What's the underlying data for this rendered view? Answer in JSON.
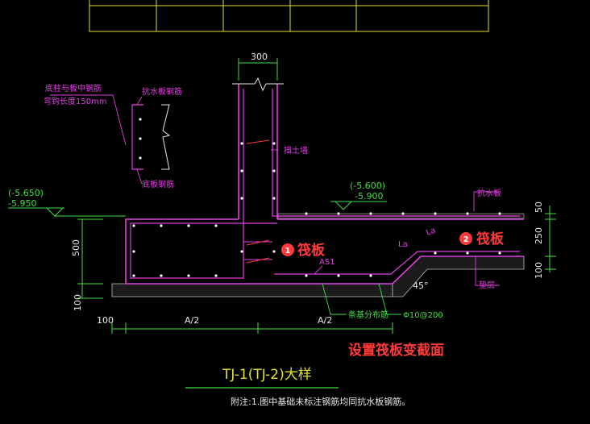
{
  "dimensions": {
    "top_width": "300",
    "height_500": "500",
    "pad_100_left": "100",
    "left_100": "100",
    "half_left": "A/2",
    "half_right": "A/2",
    "right_50": "50",
    "right_250": "250",
    "right_100": "100"
  },
  "elevations": {
    "left_upper": "(-5.650)",
    "left_lower": "-5.950",
    "mid_upper": "(-5.600)",
    "mid_lower": "-5.900"
  },
  "labels": {
    "bottom_rebar_note_line1": "底柱与板中钢筋",
    "bottom_rebar_note_line2": "弯钩长度150mm",
    "waterproof_rebar_top": "抗水板钢筋",
    "bottom_rebar": "底板钢筋",
    "retaining_wall": "挡土墙",
    "waterproof_slab": "抗水板",
    "la_left": "La",
    "la_right": "La",
    "as1": "AS1",
    "strip_rebar": "条基分布筋",
    "rebar_spec": "Φ10@200",
    "cushion": "垫层",
    "angle": "45°"
  },
  "annotations": {
    "raft_1_num": "1",
    "raft_1": "筏板",
    "raft_2_num": "2",
    "raft_2": "筏板",
    "change_section": "设置筏板变截面"
  },
  "title": "TJ-1(TJ-2)大样",
  "note": "附注:1.图中基础未标注钢筋均同抗水板钢筋。",
  "colors": {
    "background": "#000000",
    "table_lines": "#e0e030",
    "concrete": "#e040e0",
    "dimension": "#40e040",
    "annotation_red": "#ff3a3a",
    "text": "#e8e8e8"
  }
}
